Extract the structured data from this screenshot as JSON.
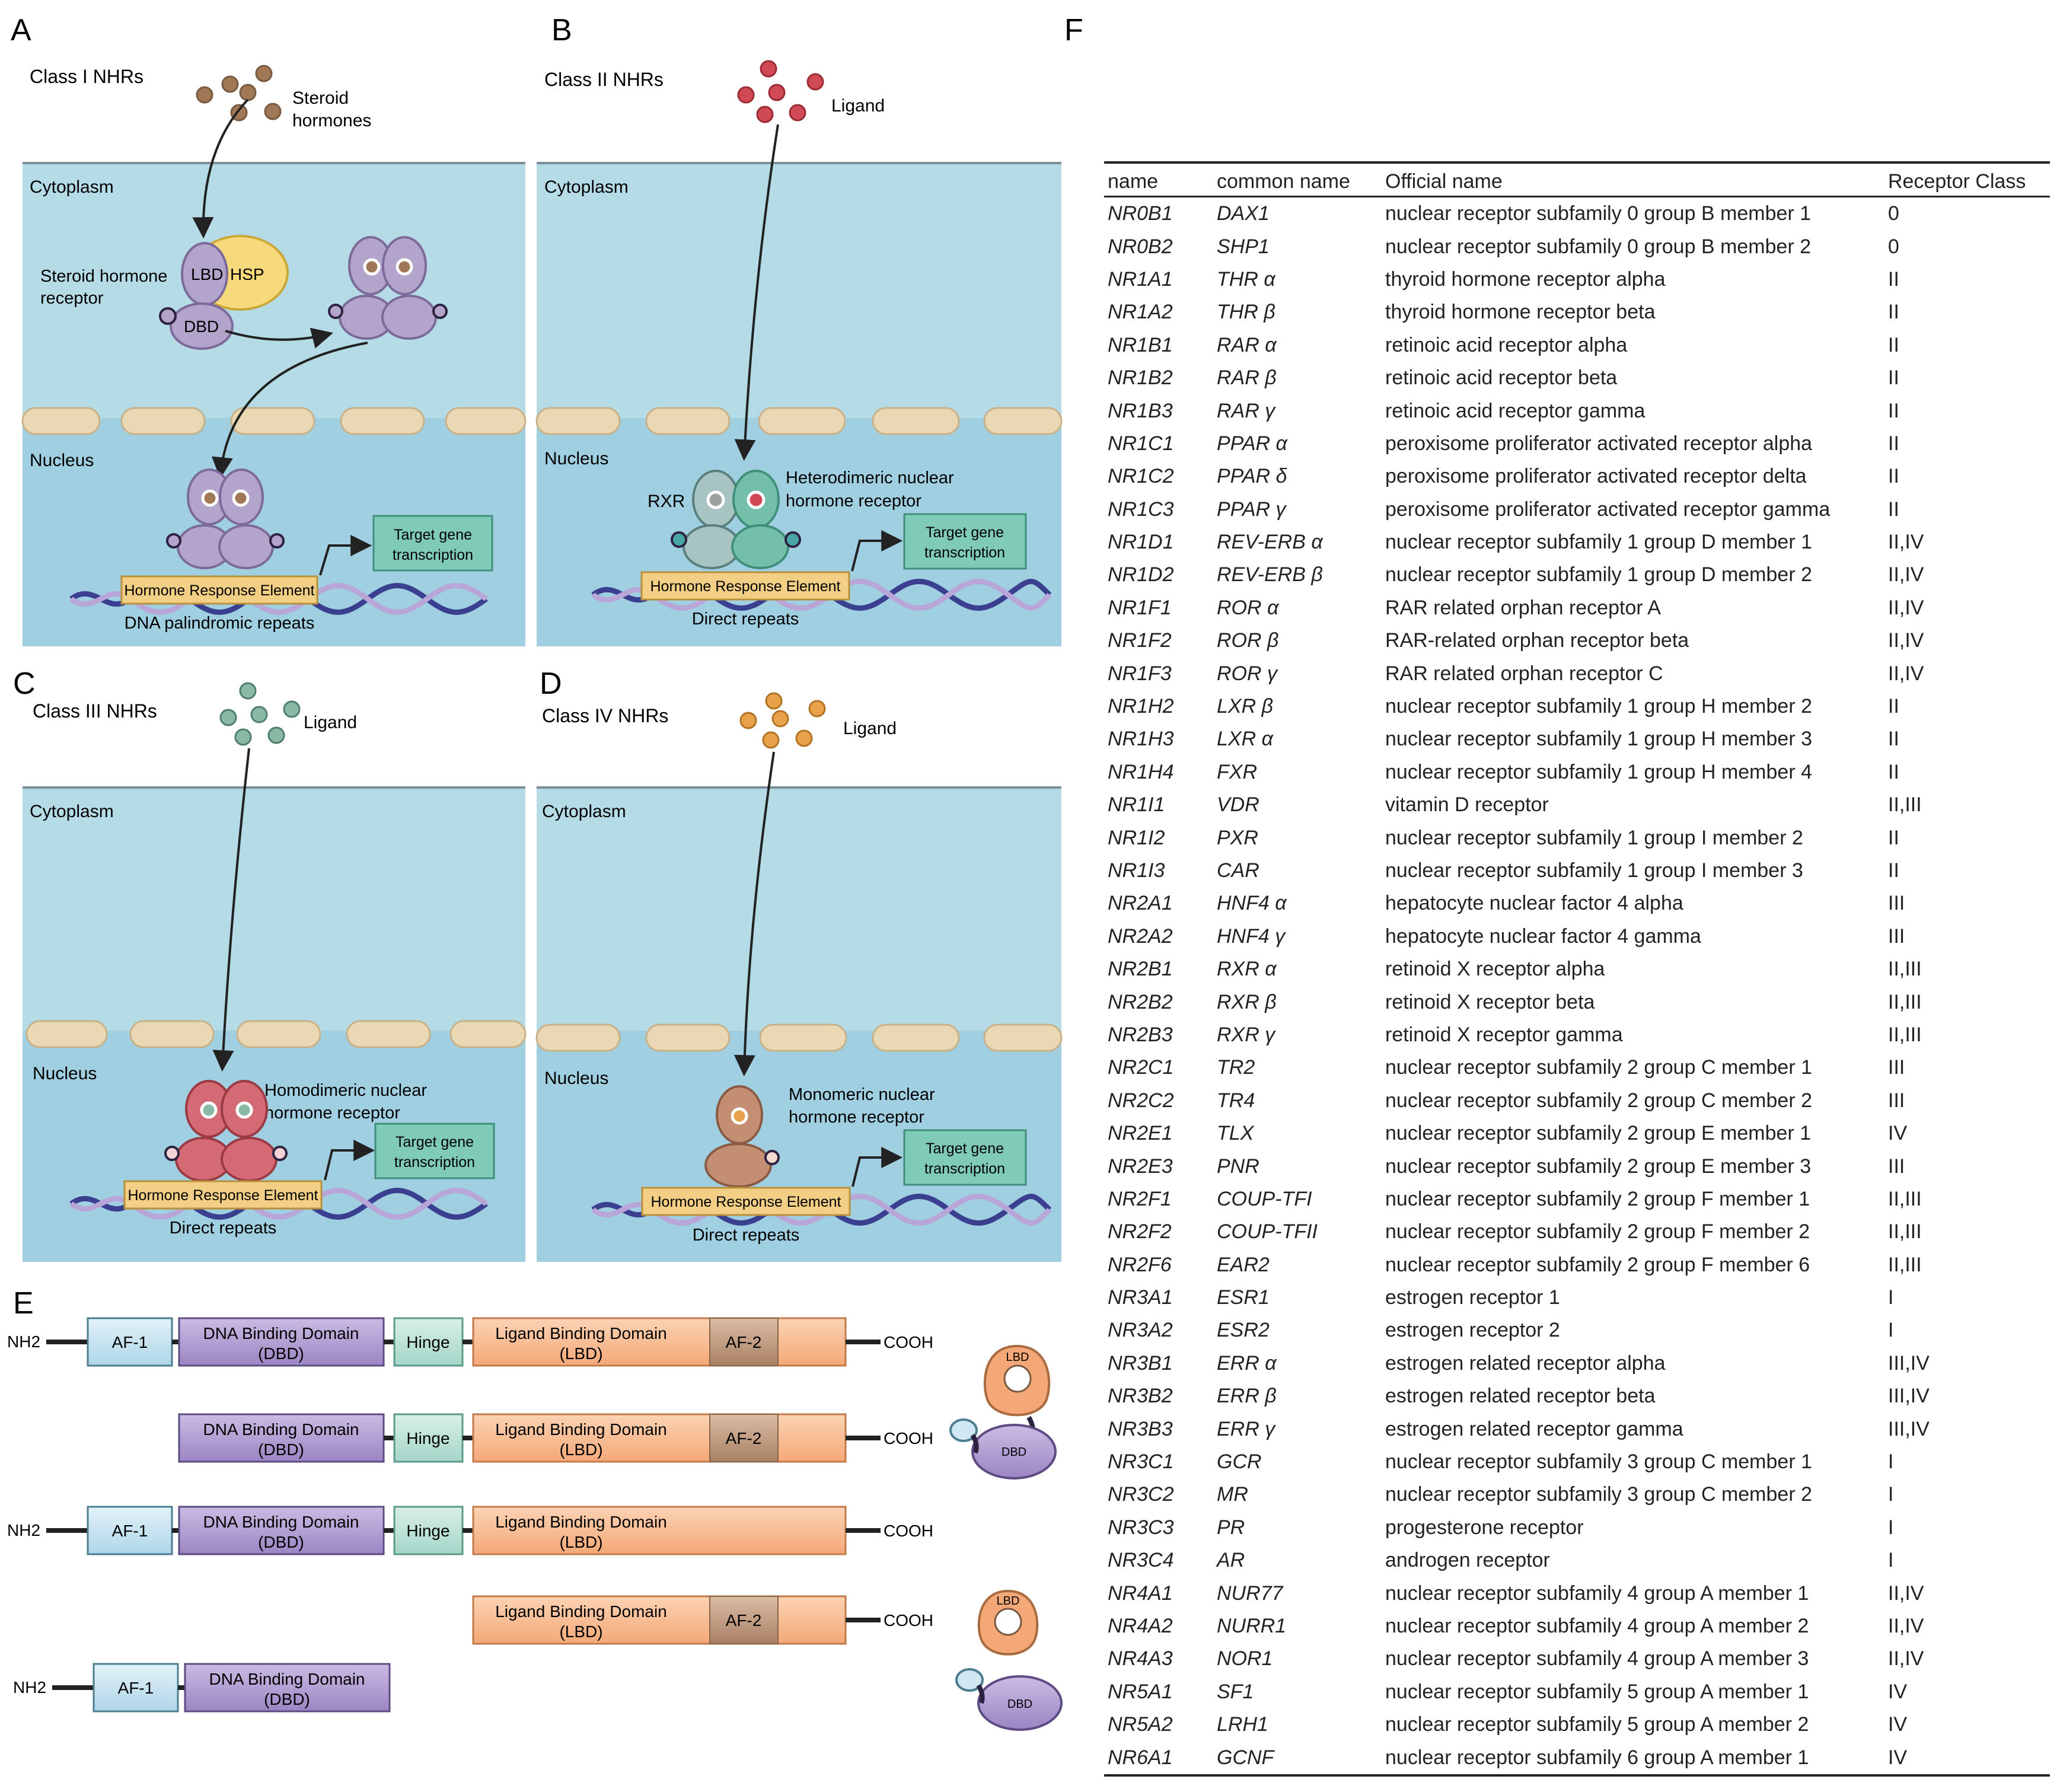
{
  "panels": {
    "A": {
      "letter": "A",
      "title": "Class I NHRs",
      "ligand": [
        "Steroid",
        "hormones"
      ],
      "cytoplasm": "Cytoplasm",
      "nucleus": "Nucleus",
      "receptor_label": [
        "Steroid hormone",
        "receptor"
      ],
      "lbd": "LBD",
      "hsp": "HSP",
      "dbd": "DBD",
      "hre": "Hormone Response Element",
      "target": [
        "Target gene",
        "transcription"
      ],
      "repeat": "DNA palindromic repeats"
    },
    "B": {
      "letter": "B",
      "title": "Class II NHRs",
      "ligand": "Ligand",
      "cytoplasm": "Cytoplasm",
      "nucleus": "Nucleus",
      "rxr": "RXR",
      "receptor_label": [
        "Heterodimeric nuclear",
        "hormone receptor"
      ],
      "hre": "Hormone Response Element",
      "target": [
        "Target gene",
        "transcription"
      ],
      "repeat": "Direct repeats"
    },
    "C": {
      "letter": "C",
      "title": "Class III NHRs",
      "ligand": "Ligand",
      "cytoplasm": "Cytoplasm",
      "nucleus": "Nucleus",
      "receptor_label": [
        "Homodimeric nuclear",
        "hormone receptor"
      ],
      "hre": "Hormone Response Element",
      "target": [
        "Target gene",
        "transcription"
      ],
      "repeat": "Direct repeats"
    },
    "D": {
      "letter": "D",
      "title": "Class IV NHRs",
      "ligand": "Ligand",
      "cytoplasm": "Cytoplasm",
      "nucleus": "Nucleus",
      "receptor_label": [
        "Monomeric nuclear",
        "hormone receptor"
      ],
      "hre": "Hormone Response Element",
      "target": [
        "Target gene",
        "transcription"
      ],
      "repeat": "Direct repeats"
    }
  },
  "domains": {
    "letter": "E",
    "nh2": "NH2",
    "cooh": "COOH",
    "af1": "AF-1",
    "af2": "AF-2",
    "dbd": [
      "DNA Binding Domain",
      "(DBD)"
    ],
    "hinge": "Hinge",
    "lbd": [
      "Ligand Binding Domain",
      "(LBD)"
    ],
    "lbd_icon": "LBD",
    "dbd_icon": "DBD"
  },
  "table": {
    "letter": "F",
    "headers": [
      "name",
      "common name",
      "Official name",
      "Receptor Class"
    ],
    "rows": [
      [
        "NR0B1",
        "DAX1",
        "nuclear receptor subfamily 0 group B member 1",
        "0"
      ],
      [
        "NR0B2",
        "SHP1",
        "nuclear receptor subfamily 0 group B member 2",
        "0"
      ],
      [
        "NR1A1",
        "THR α",
        "thyroid hormone receptor alpha",
        "II"
      ],
      [
        "NR1A2",
        "THR β",
        "thyroid hormone receptor beta",
        "II"
      ],
      [
        "NR1B1",
        "RAR α",
        "retinoic acid receptor alpha",
        "II"
      ],
      [
        "NR1B2",
        "RAR β",
        "retinoic acid receptor beta",
        "II"
      ],
      [
        "NR1B3",
        "RAR γ",
        "retinoic acid receptor gamma",
        "II"
      ],
      [
        "NR1C1",
        "PPAR α",
        "peroxisome proliferator activated receptor alpha",
        "II"
      ],
      [
        "NR1C2",
        "PPAR δ",
        "peroxisome proliferator activated receptor delta",
        "II"
      ],
      [
        "NR1C3",
        "PPAR γ",
        "peroxisome proliferator activated receptor gamma",
        "II"
      ],
      [
        "NR1D1",
        "REV-ERB α",
        "nuclear receptor subfamily 1 group D member 1",
        "II,IV"
      ],
      [
        "NR1D2",
        "REV-ERB β",
        "nuclear receptor subfamily 1 group D member 2",
        "II,IV"
      ],
      [
        "NR1F1",
        "ROR α",
        "RAR related orphan receptor A",
        "II,IV"
      ],
      [
        "NR1F2",
        "ROR β",
        "RAR-related orphan receptor beta",
        "II,IV"
      ],
      [
        "NR1F3",
        "ROR γ",
        "RAR related orphan receptor C",
        "II,IV"
      ],
      [
        "NR1H2",
        "LXR β",
        "nuclear receptor subfamily 1 group H member 2",
        "II"
      ],
      [
        "NR1H3",
        "LXR α",
        "nuclear receptor subfamily 1 group H member 3",
        "II"
      ],
      [
        "NR1H4",
        "FXR",
        "nuclear receptor subfamily 1 group H member 4",
        "II"
      ],
      [
        "NR1I1",
        "VDR",
        "vitamin D receptor",
        "II,III"
      ],
      [
        "NR1I2",
        "PXR",
        "nuclear receptor subfamily 1 group I member 2",
        "II"
      ],
      [
        "NR1I3",
        "CAR",
        "nuclear receptor subfamily 1 group I member 3",
        "II"
      ],
      [
        "NR2A1",
        "HNF4 α",
        "hepatocyte nuclear factor 4 alpha",
        "III"
      ],
      [
        "NR2A2",
        "HNF4 γ",
        "hepatocyte nuclear factor 4 gamma",
        "III"
      ],
      [
        "NR2B1",
        "RXR α",
        "retinoid X receptor alpha",
        "II,III"
      ],
      [
        "NR2B2",
        "RXR β",
        "retinoid X receptor beta",
        "II,III"
      ],
      [
        "NR2B3",
        "RXR γ",
        "retinoid X receptor gamma",
        "II,III"
      ],
      [
        "NR2C1",
        "TR2",
        "nuclear receptor subfamily 2 group C member 1",
        "III"
      ],
      [
        "NR2C2",
        "TR4",
        "nuclear receptor subfamily 2 group C member 2",
        "III"
      ],
      [
        "NR2E1",
        "TLX",
        "nuclear receptor subfamily 2 group E member 1",
        "IV"
      ],
      [
        "NR2E3",
        "PNR",
        "nuclear receptor subfamily 2 group E member 3",
        "III"
      ],
      [
        "NR2F1",
        "COUP-TFI",
        "nuclear receptor subfamily 2 group F member 1",
        "II,III"
      ],
      [
        "NR2F2",
        "COUP-TFII",
        "nuclear receptor subfamily 2 group F member 2",
        "II,III"
      ],
      [
        "NR2F6",
        "EAR2",
        "nuclear receptor subfamily 2 group F member 6",
        "II,III"
      ],
      [
        "NR3A1",
        "ESR1",
        "estrogen receptor 1",
        "I"
      ],
      [
        "NR3A2",
        "ESR2",
        "estrogen receptor 2",
        "I"
      ],
      [
        "NR3B1",
        "ERR α",
        "estrogen related receptor alpha",
        "III,IV"
      ],
      [
        "NR3B2",
        "ERR β",
        "estrogen related receptor beta",
        "III,IV"
      ],
      [
        "NR3B3",
        "ERR γ",
        "estrogen related receptor gamma",
        "III,IV"
      ],
      [
        "NR3C1",
        "GCR",
        "nuclear receptor subfamily 3 group C member 1",
        "I"
      ],
      [
        "NR3C2",
        "MR",
        "nuclear receptor subfamily 3 group C member 2",
        "I"
      ],
      [
        "NR3C3",
        "PR",
        "progesterone receptor",
        "I"
      ],
      [
        "NR3C4",
        "AR",
        "androgen receptor",
        "I"
      ],
      [
        "NR4A1",
        "NUR77",
        "nuclear receptor subfamily 4 group A member 1",
        "II,IV"
      ],
      [
        "NR4A2",
        "NURR1",
        "nuclear receptor subfamily 4 group A member 2",
        "II,IV"
      ],
      [
        "NR4A3",
        "NOR1",
        "nuclear receptor subfamily 4 group A member 3",
        "II,IV"
      ],
      [
        "NR5A1",
        "SF1",
        "nuclear receptor subfamily 5 group A member 1",
        "IV"
      ],
      [
        "NR5A2",
        "LRH1",
        "nuclear receptor subfamily 5 group A member 2",
        "IV"
      ],
      [
        "NR6A1",
        "GCNF",
        "nuclear receptor subfamily 6 group A member 1",
        "IV"
      ]
    ]
  },
  "colors": {
    "cytoplasm": "#b5dbe6",
    "nucleus": "#9fcfe0",
    "membrane": "#ead7b4",
    "receptor_purple": "#b3a4cc",
    "hsp": "#f5d97a",
    "hre": "#f3cf86",
    "target_box": "#7fcbb8",
    "ligand_I": "#a07856",
    "ligand_II": "#cf4a55",
    "ligand_III": "#8ab9a6",
    "ligand_IV": "#e8a24a",
    "receptor_red": "#d46a73",
    "receptor_teal": "#74bfa9",
    "receptor_tan": "#c48e73",
    "af": "#cfe8f3",
    "dbd_box": "#b9a6d6",
    "hinge_box": "#bfe3da",
    "lbd_box": "#f8c19b",
    "af2_box": "#c9a486"
  }
}
